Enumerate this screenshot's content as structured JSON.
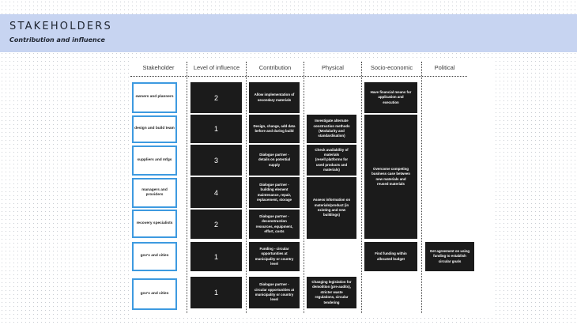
{
  "header": {
    "title": "STAKEHOLDERS",
    "subtitle": "Contribution and influence"
  },
  "columns": {
    "stakeholder": "Stakeholder",
    "level": "Level of influence",
    "contribution": "Contribution",
    "physical": "Physical",
    "socio": "Socio-economic",
    "political": "Political"
  },
  "rows": [
    {
      "stakeholder": "owners and planners",
      "level": "2",
      "contribution": "Allow implementation of\nsecondary materials"
    },
    {
      "stakeholder": "design and build team",
      "level": "1",
      "contribution": "Design, change, add data\nbefore and during build"
    },
    {
      "stakeholder": "suppliers and mfgs",
      "level": "3",
      "contribution": "Dialogue partner -\ndetails on potential\nsupply"
    },
    {
      "stakeholder": "managers and\nproviders",
      "level": "4",
      "contribution": "Dialogue partner -\nbuilding element\nmaintenance, repair,\nreplacement, storage"
    },
    {
      "stakeholder": "recovery specialists",
      "level": "2",
      "contribution": "Dialogue partner -\ndeconstruction\nresources, equipment,\neffort, costs"
    },
    {
      "stakeholder": "gov's and cities",
      "level": "1",
      "contribution": "Funding  -  circular\nopportunities at\nmunicipality or country\nlevel"
    },
    {
      "stakeholder": "gov's and cities",
      "level": "1",
      "contribution": "Dialogue partner -\ncircular opportunities at\nmunicipality or country\nlevel"
    }
  ],
  "physical": [
    "Investigate alternate\nconstruction methods\n(Modularity and\nstandardisation)",
    "Check availability of\nmaterials\n(resell platforms for\nused products and\nmaterials)",
    "Assess information on\nmaterials/product (in\nexisting and new\nbuildings)",
    "Changing legislation for\ndemolition (pre-audits),\nstricter waste\nregulations, circular\ntendering"
  ],
  "socio": [
    "Have financial means for\napplication and\nexecution",
    "Overcome competing\nbusiness case between\nnew materials and\nreused materials",
    "Find funding within\nallocated budget"
  ],
  "political": [
    "Get agreement on using\nfunding to establish\ncircular goals"
  ]
}
